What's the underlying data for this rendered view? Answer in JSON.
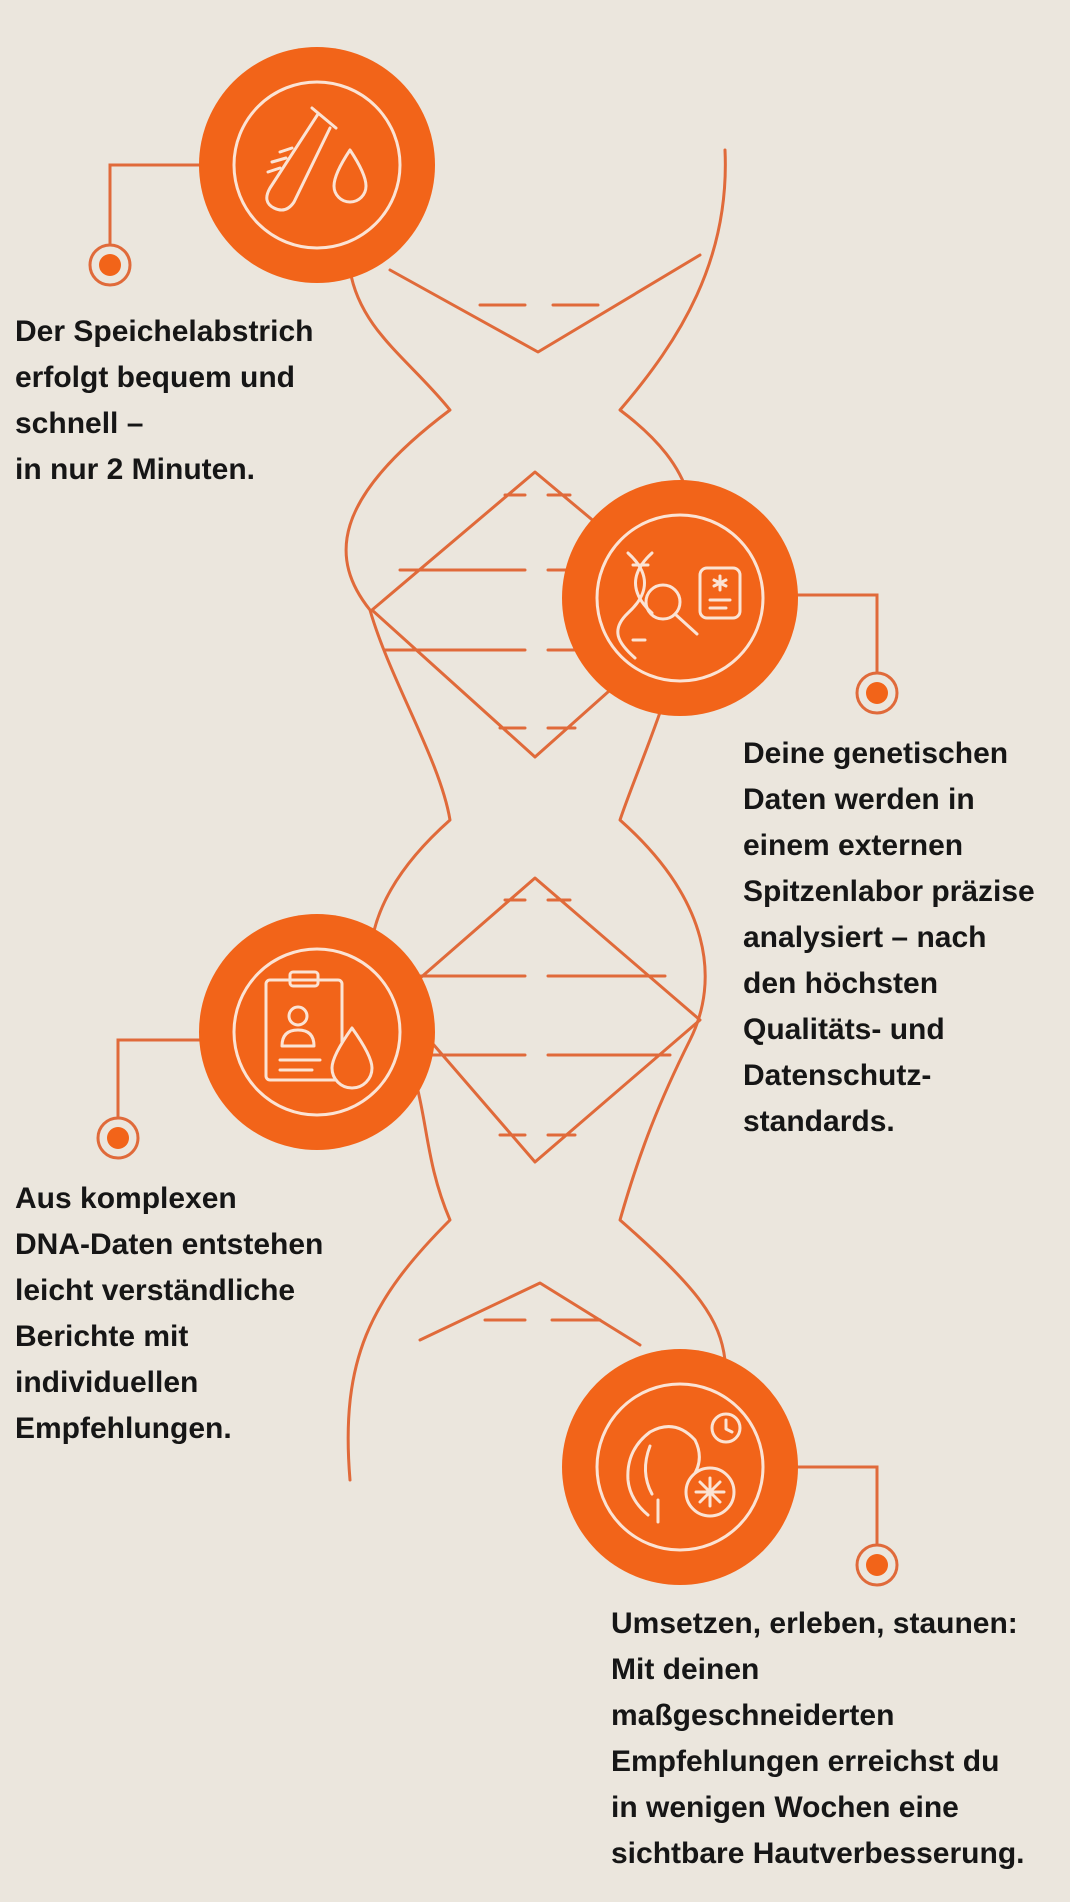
{
  "colors": {
    "background": "#ebe6dd",
    "accent": "#f26419",
    "line": "#e06a3a",
    "icon_stroke": "#fbe3d4",
    "text": "#161616"
  },
  "steps": [
    {
      "icon": "test-tube-drop-icon",
      "lines": [
        "Der Speichelabstrich",
        "erfolgt bequem und",
        "schnell –",
        "in nur 2 Minuten."
      ]
    },
    {
      "icon": "dna-magnifier-report-icon",
      "lines": [
        "Deine genetischen",
        "Daten werden in",
        "einem externen",
        "Spitzenlabor präzise",
        "analysiert – nach",
        "den höchsten",
        "Qualitäts- und",
        "Datenschutz-",
        "standards."
      ]
    },
    {
      "icon": "clipboard-profile-drop-icon",
      "lines": [
        "Aus komplexen",
        "DNA-Daten entstehen",
        "leicht verständliche",
        "Berichte mit",
        "individuellen",
        "Empfehlungen."
      ]
    },
    {
      "icon": "face-skin-clock-icon",
      "lines": [
        "Umsetzen, erleben, staunen:",
        "Mit deinen",
        "maßgeschneiderten",
        "Empfehlungen erreichst du",
        "in wenigen Wochen eine",
        "sichtbare Hautverbesserung."
      ]
    }
  ]
}
